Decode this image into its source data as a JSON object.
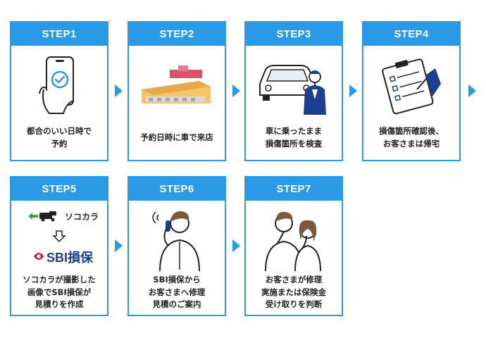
{
  "steps": [
    {
      "label": "STEP1",
      "text": "都合のいい日時で\n予約"
    },
    {
      "label": "STEP2",
      "text": "予約日時に車で来店"
    },
    {
      "label": "STEP3",
      "text": "車に乗ったまま\n損傷箇所を検査"
    },
    {
      "label": "STEP4",
      "text": "損傷箇所確認後、\nお客さまは帰宅"
    },
    {
      "label": "STEP5",
      "text": "ソコカラが撮影した\n画像でSBI損保が\n見積りを作成"
    },
    {
      "label": "STEP6",
      "text": "SBI損保から\nお客さまへ修理\n見積のご案内"
    },
    {
      "label": "STEP7",
      "text": "お客さまが修理\n実施または保険金\n受け取りを判断"
    }
  ],
  "logos": {
    "sokokara": "ソコカラ",
    "sbi": "SBI損保",
    "sbi_mark": "SBI"
  },
  "colors": {
    "accent": "#2b9ae6",
    "navy": "#1c3f8f",
    "sbi_red": "#e60012"
  }
}
